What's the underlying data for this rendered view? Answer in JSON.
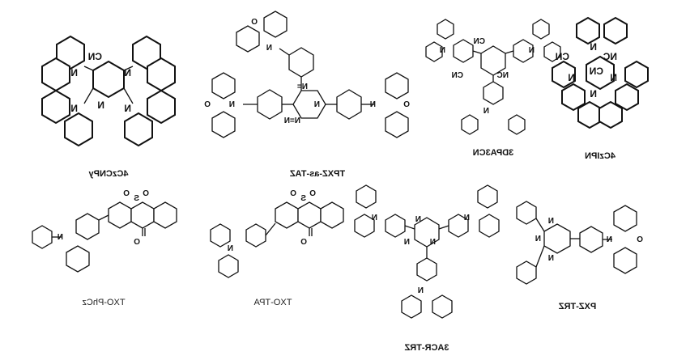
{
  "compounds": [
    {
      "key": "c4czcnpy",
      "name": "4CzCNPy"
    },
    {
      "key": "tpxz",
      "name": "TPXZ-as-TAZ"
    },
    {
      "key": "dpa3cn",
      "name": "3DPA3CN"
    },
    {
      "key": "czipn",
      "name": "4CzIPN"
    },
    {
      "key": "txophcz",
      "name": "TXO-PhCz"
    },
    {
      "key": "txotpa",
      "name": "TXO-TPA"
    },
    {
      "key": "acrtrz",
      "name": "3ACR-TRZ"
    },
    {
      "key": "pxztrz",
      "name": "PXZ-TRZ"
    }
  ],
  "atoms": {
    "N": "N",
    "O": "O",
    "S": "S",
    "CN": "CN",
    "NC": "NC",
    "N_eq": "N=N",
    "N_rev": "N="
  }
}
